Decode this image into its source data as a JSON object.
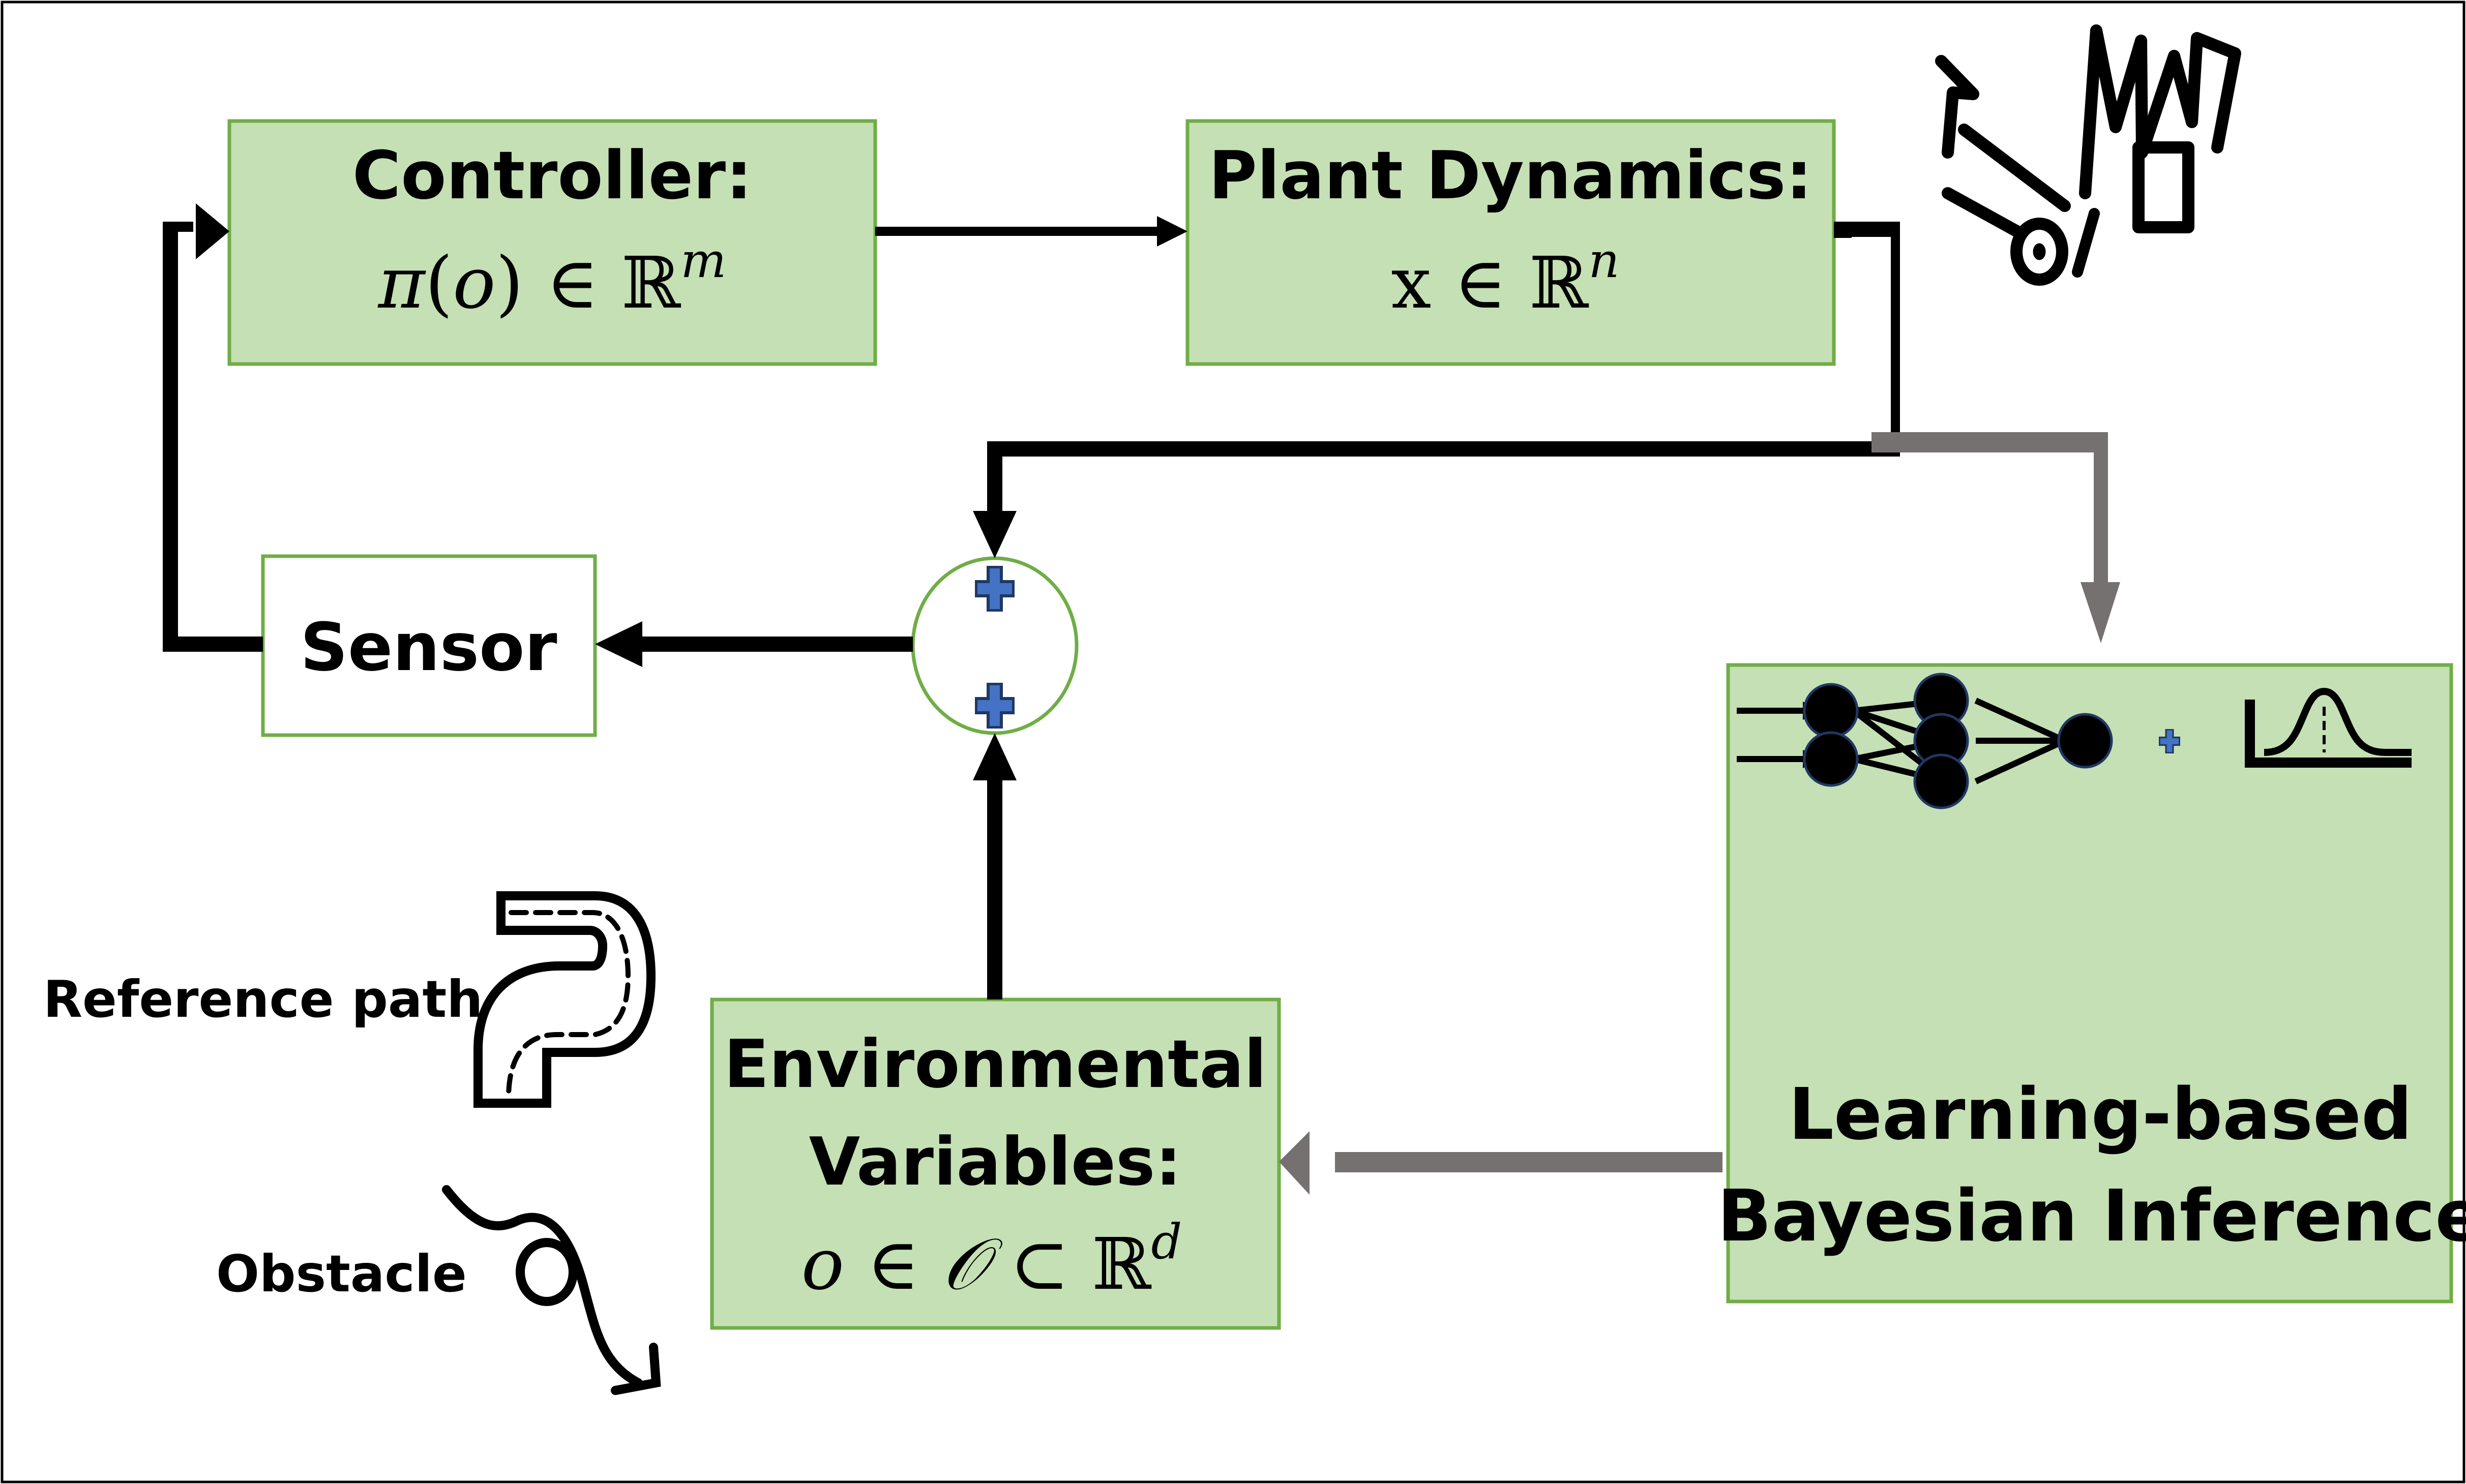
{
  "figure": {
    "blocks": {
      "controller": {
        "title": "Controller:",
        "formula_parts": [
          "π",
          "(",
          "o",
          ")",
          " ∈ ",
          "ℝ",
          "m"
        ]
      },
      "plant": {
        "title": "Plant Dynamics:",
        "formula_parts": [
          "x",
          " ∈ ",
          "ℝ",
          "n"
        ]
      },
      "sensor": {
        "title": "Sensor"
      },
      "environment": {
        "title_line1": "Environmental",
        "title_line2": "Variables:",
        "formula_parts": [
          "o",
          " ∈ ",
          "𝒪",
          " ⊂ ",
          "ℝ",
          "d"
        ]
      },
      "inference": {
        "title_line1": "Learning-based",
        "title_line2": "Bayesian Inference"
      }
    },
    "summing_junction": {
      "signs": [
        "+",
        "+"
      ]
    },
    "legend": {
      "reference_path": "Reference path",
      "obstacle": "Obstacle"
    },
    "icons": {
      "crash": "car-crash-icon",
      "reference_path": "road-path-icon",
      "obstacle": "obstacle-trajectory-icon",
      "neural_net": "neural-network-icon",
      "distribution": "gaussian-distribution-icon",
      "plus": "plus-icon"
    },
    "colors": {
      "block_fill": "#C5E0B4",
      "block_border": "#70AD47",
      "arrow_black": "#000000",
      "arrow_gray": "#767171",
      "plus_fill": "#4472C4",
      "plus_border": "#1F3864"
    }
  }
}
